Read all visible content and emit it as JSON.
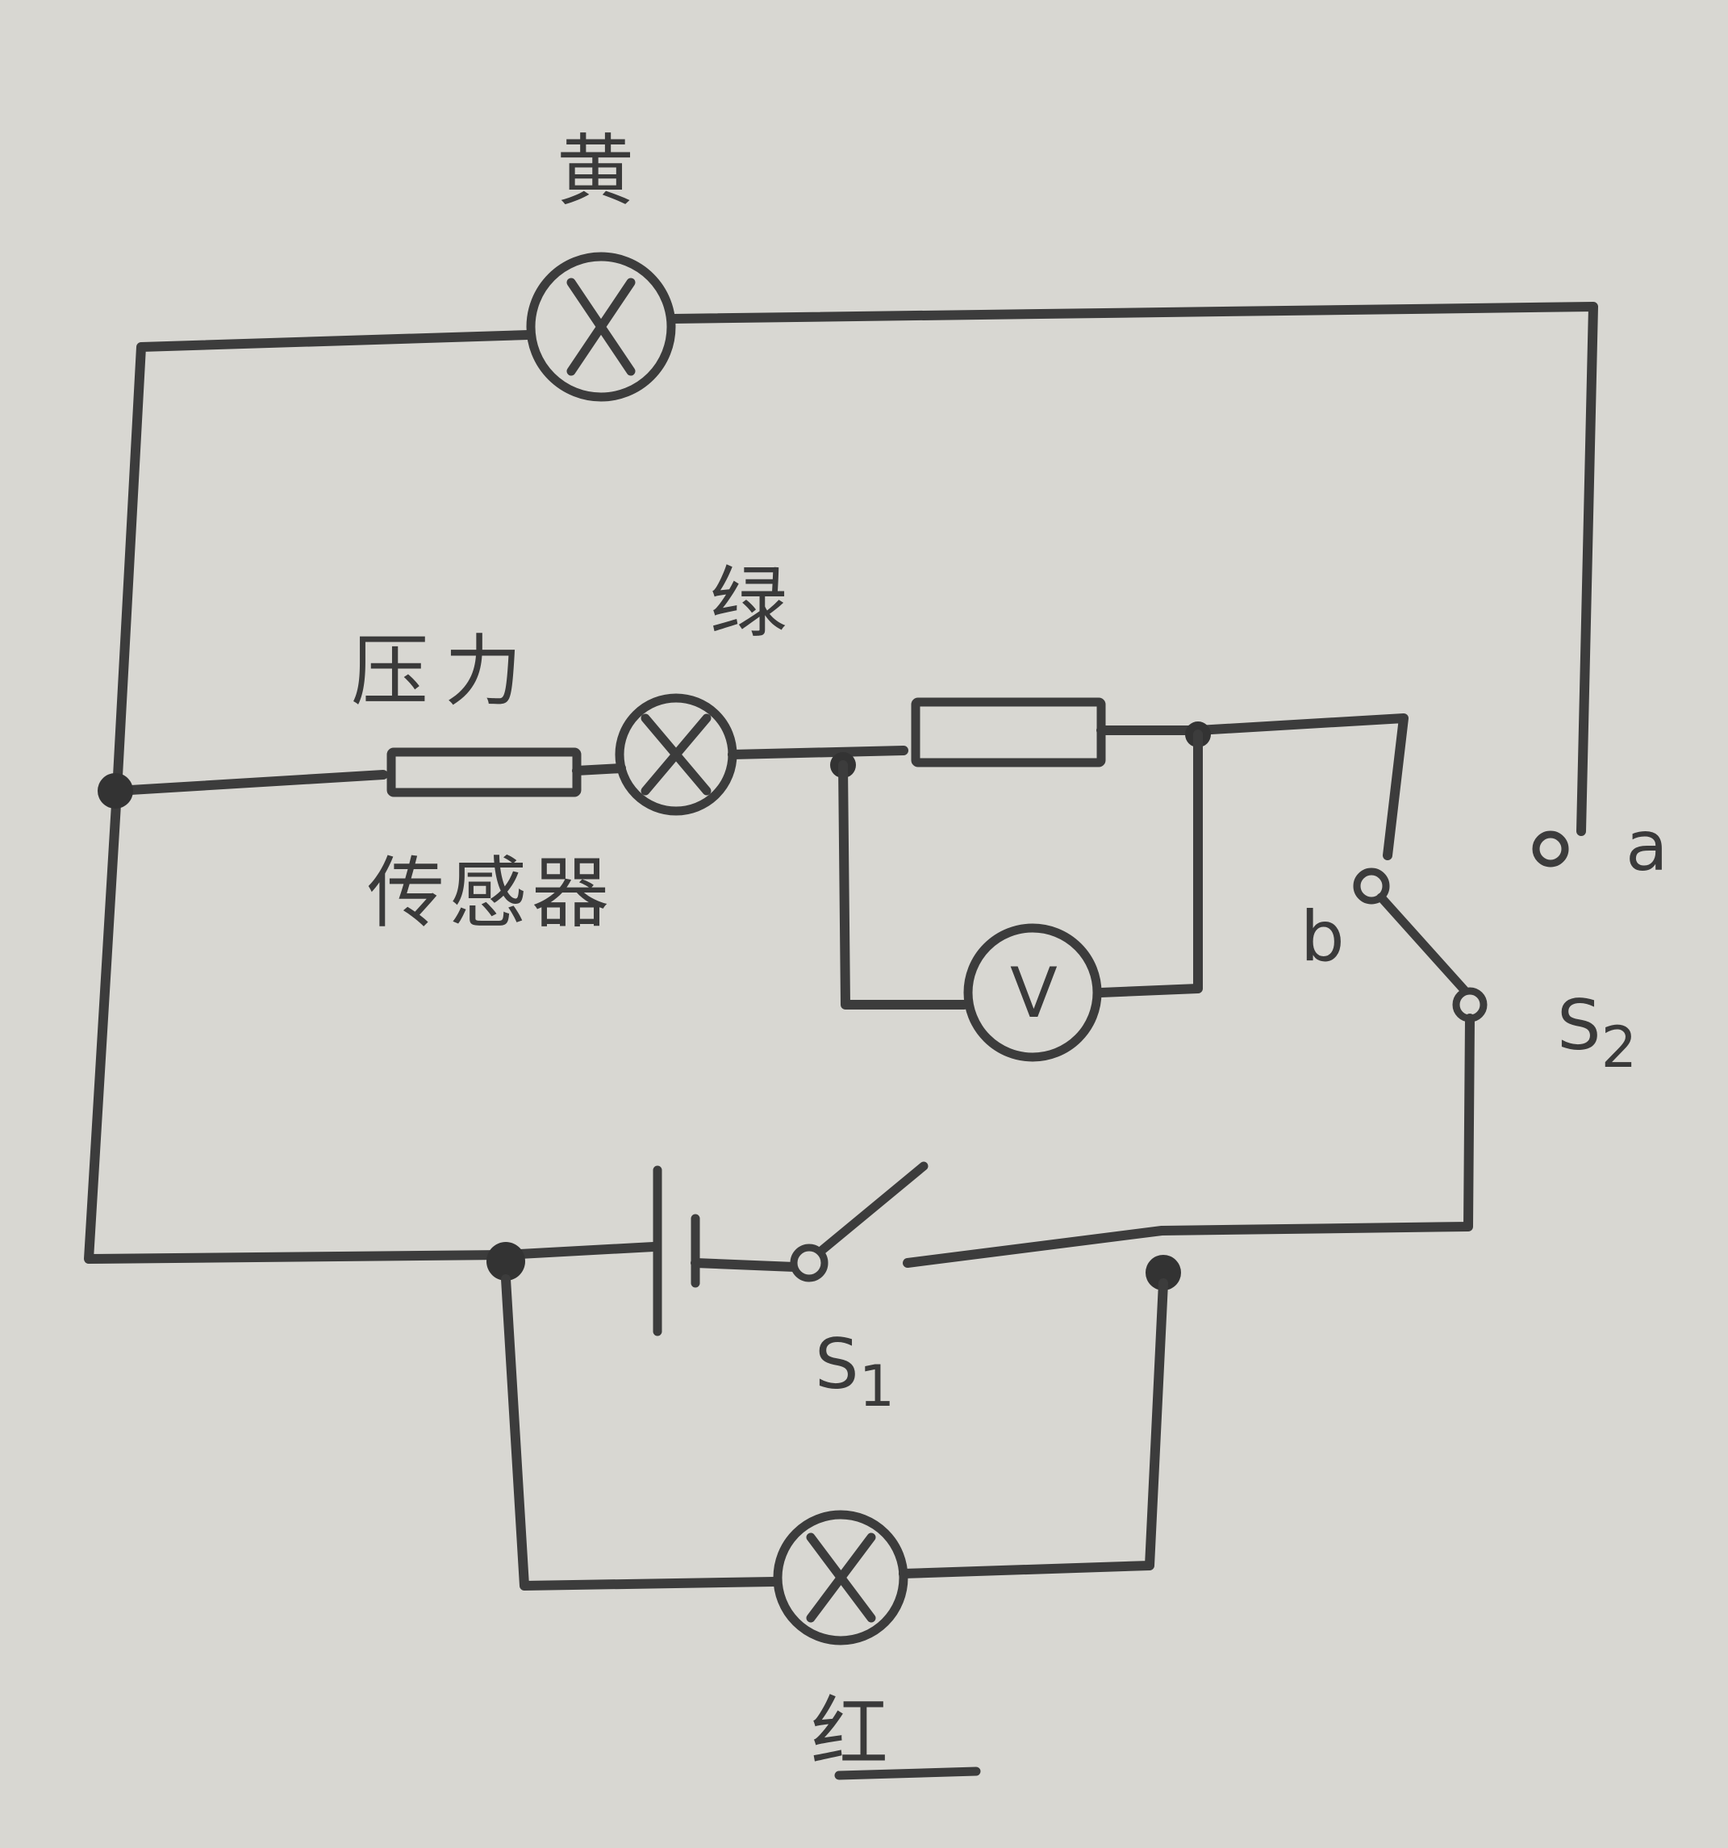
{
  "labels": {
    "yellow_lamp": "黄",
    "green_lamp": "绿",
    "red_lamp": "红",
    "pressure_sensor_top": "压力",
    "pressure_sensor_bottom": "传感器",
    "voltmeter": "V",
    "terminal_a": "a",
    "terminal_b": "b",
    "switch_s1": "S",
    "switch_s1_sub": "1",
    "switch_s2": "S",
    "switch_s2_sub": "2"
  },
  "colors": {
    "paper": "#d8d7d2",
    "ink": "#3c3c3c"
  }
}
